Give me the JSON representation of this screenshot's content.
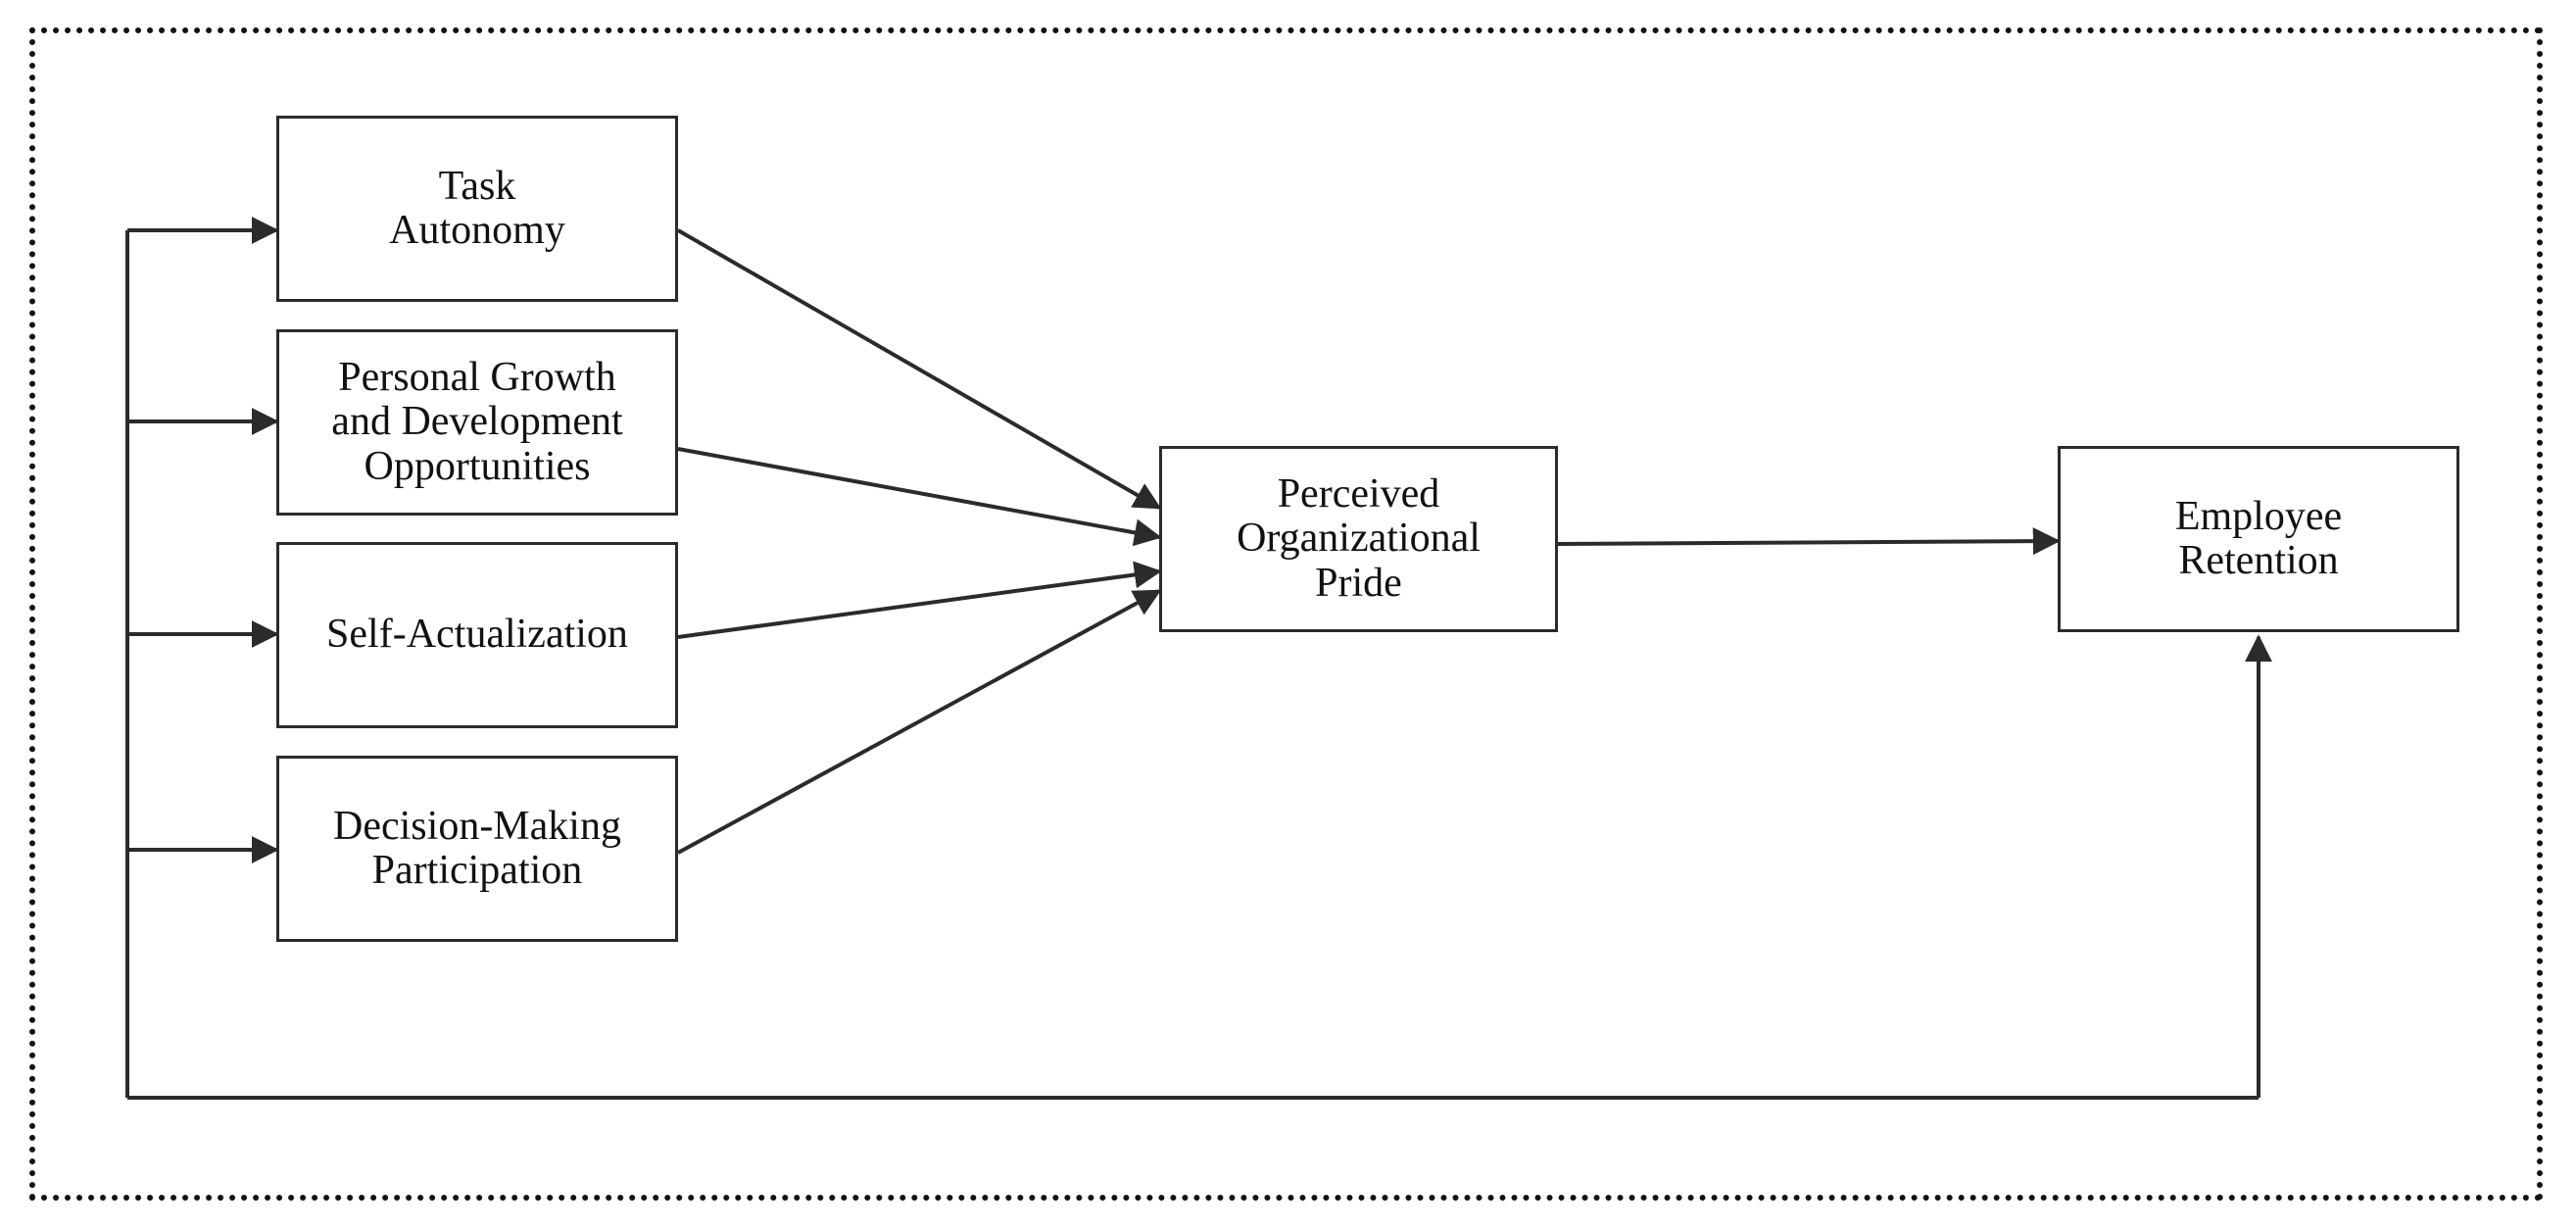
{
  "diagram": {
    "nodes": {
      "task_autonomy": "Task\nAutonomy",
      "personal_growth": "Personal Growth\nand Development\nOpportunities",
      "self_actualization": "Self-Actualization",
      "decision_making": "Decision-Making\nParticipation",
      "perceived_pride": "Perceived\nOrganizational\nPride",
      "employee_retention": "Employee\nRetention"
    },
    "edges": [
      {
        "from": "task_autonomy",
        "to": "perceived_pride"
      },
      {
        "from": "personal_growth",
        "to": "perceived_pride"
      },
      {
        "from": "self_actualization",
        "to": "perceived_pride"
      },
      {
        "from": "decision_making",
        "to": "perceived_pride"
      },
      {
        "from": "perceived_pride",
        "to": "employee_retention"
      },
      {
        "from": "task_autonomy",
        "to": "employee_retention",
        "kind": "direct"
      },
      {
        "from": "personal_growth",
        "to": "employee_retention",
        "kind": "direct"
      },
      {
        "from": "self_actualization",
        "to": "employee_retention",
        "kind": "direct"
      },
      {
        "from": "decision_making",
        "to": "employee_retention",
        "kind": "direct"
      }
    ],
    "colors": {
      "line": "#2b2b2b",
      "border": "#2b2b2b",
      "frame": "#111111"
    }
  }
}
